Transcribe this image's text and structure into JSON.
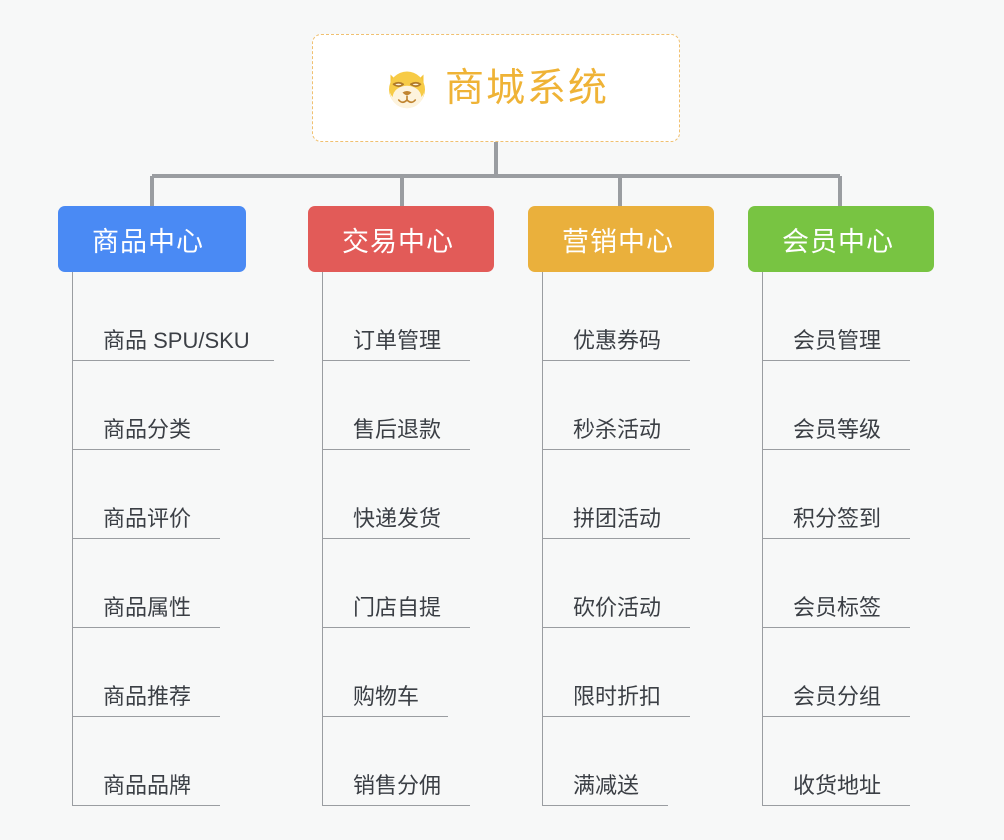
{
  "root": {
    "title": "商城系统",
    "icon": "shiba-inu-icon",
    "accent_color": "#efb336",
    "border_color": "#f0c070",
    "background": "#ffffff"
  },
  "page": {
    "background": "#f7f8f8",
    "connector_color": "#9a9da1",
    "leaf_text_color": "#3b3f45"
  },
  "categories": [
    {
      "label": "商品中心",
      "color": "#4a8af4",
      "items": [
        "商品 SPU/SKU",
        "商品分类",
        "商品评价",
        "商品属性",
        "商品推荐",
        "商品品牌"
      ]
    },
    {
      "label": "交易中心",
      "color": "#e25b58",
      "items": [
        "订单管理",
        "售后退款",
        "快递发货",
        "门店自提",
        "购物车",
        "销售分佣"
      ]
    },
    {
      "label": "营销中心",
      "color": "#eab03c",
      "items": [
        "优惠券码",
        "秒杀活动",
        "拼团活动",
        "砍价活动",
        "限时折扣",
        "满减送"
      ]
    },
    {
      "label": "会员中心",
      "color": "#78c442",
      "items": [
        "会员管理",
        "会员等级",
        "积分签到",
        "会员标签",
        "会员分组",
        "收货地址"
      ]
    }
  ]
}
